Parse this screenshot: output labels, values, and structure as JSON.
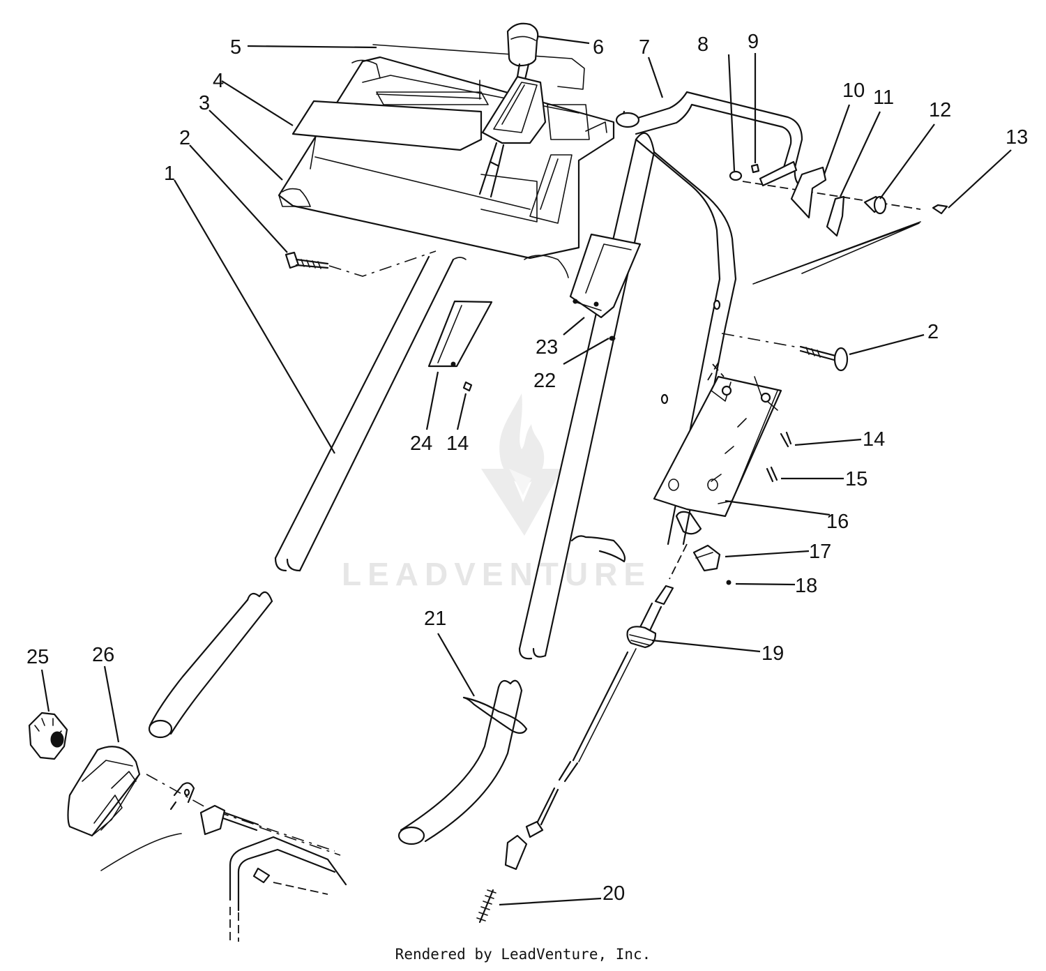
{
  "watermark": {
    "brand_text": "LEADVENTURE"
  },
  "footer": {
    "credit": "Rendered by LeadVenture, Inc."
  },
  "callouts": [
    {
      "id": "c1",
      "label": "1"
    },
    {
      "id": "c2a",
      "label": "2"
    },
    {
      "id": "c2b",
      "label": "2"
    },
    {
      "id": "c3",
      "label": "3"
    },
    {
      "id": "c4",
      "label": "4"
    },
    {
      "id": "c5",
      "label": "5"
    },
    {
      "id": "c6",
      "label": "6"
    },
    {
      "id": "c7",
      "label": "7"
    },
    {
      "id": "c8",
      "label": "8"
    },
    {
      "id": "c9",
      "label": "9"
    },
    {
      "id": "c10",
      "label": "10"
    },
    {
      "id": "c11",
      "label": "11"
    },
    {
      "id": "c12",
      "label": "12"
    },
    {
      "id": "c13",
      "label": "13"
    },
    {
      "id": "c14a",
      "label": "14"
    },
    {
      "id": "c14b",
      "label": "14"
    },
    {
      "id": "c15",
      "label": "15"
    },
    {
      "id": "c16",
      "label": "16"
    },
    {
      "id": "c17",
      "label": "17"
    },
    {
      "id": "c18",
      "label": "18"
    },
    {
      "id": "c19",
      "label": "19"
    },
    {
      "id": "c20",
      "label": "20"
    },
    {
      "id": "c21",
      "label": "21"
    },
    {
      "id": "c22",
      "label": "22"
    },
    {
      "id": "c23",
      "label": "23"
    },
    {
      "id": "c24",
      "label": "24"
    },
    {
      "id": "c25",
      "label": "25"
    },
    {
      "id": "c26",
      "label": "26"
    }
  ]
}
